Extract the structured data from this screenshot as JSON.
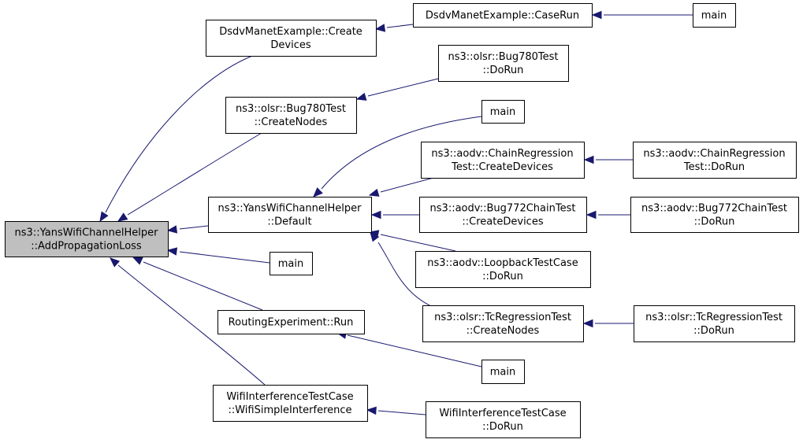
{
  "diagram": {
    "type": "call-graph",
    "colors": {
      "edge": "#191970",
      "root_fill": "#bfbfbf",
      "node_fill": "#ffffff",
      "node_border": "#000000"
    },
    "nodes": [
      {
        "id": "root",
        "lines": [
          "ns3::YansWifiChannelHelper",
          "::AddPropagationLoss"
        ],
        "highlighted": true
      },
      {
        "id": "dsdv_create",
        "lines": [
          "DsdvManetExample::Create",
          "Devices"
        ]
      },
      {
        "id": "dsdv_caserun",
        "lines": [
          "DsdvManetExample::CaseRun"
        ]
      },
      {
        "id": "main_a",
        "lines": [
          "main"
        ]
      },
      {
        "id": "olsr_bug780_create",
        "lines": [
          "ns3::olsr::Bug780Test",
          "::CreateNodes"
        ]
      },
      {
        "id": "olsr_bug780_dorun",
        "lines": [
          "ns3::olsr::Bug780Test",
          "::DoRun"
        ]
      },
      {
        "id": "yans_default",
        "lines": [
          "ns3::YansWifiChannelHelper",
          "::Default"
        ]
      },
      {
        "id": "main_b",
        "lines": [
          "main"
        ]
      },
      {
        "id": "aodv_chain_create",
        "lines": [
          "ns3::aodv::ChainRegression",
          "Test::CreateDevices"
        ]
      },
      {
        "id": "aodv_chain_dorun",
        "lines": [
          "ns3::aodv::ChainRegression",
          "Test::DoRun"
        ]
      },
      {
        "id": "aodv_bug772_create",
        "lines": [
          "ns3::aodv::Bug772ChainTest",
          "::CreateDevices"
        ]
      },
      {
        "id": "aodv_bug772_dorun",
        "lines": [
          "ns3::aodv::Bug772ChainTest",
          "::DoRun"
        ]
      },
      {
        "id": "main_c",
        "lines": [
          "main"
        ]
      },
      {
        "id": "aodv_loopback",
        "lines": [
          "ns3::aodv::LoopbackTestCase",
          "::DoRun"
        ]
      },
      {
        "id": "olsr_tc_create",
        "lines": [
          "ns3::olsr::TcRegressionTest",
          "::CreateNodes"
        ]
      },
      {
        "id": "olsr_tc_dorun",
        "lines": [
          "ns3::olsr::TcRegressionTest",
          "::DoRun"
        ]
      },
      {
        "id": "routing_run",
        "lines": [
          "RoutingExperiment::Run"
        ]
      },
      {
        "id": "main_d",
        "lines": [
          "main"
        ]
      },
      {
        "id": "wifi_interf",
        "lines": [
          "WifiInterferenceTestCase",
          "::WifiSimpleInterference"
        ]
      },
      {
        "id": "wifi_interf_dorun",
        "lines": [
          "WifiInterferenceTestCase",
          "::DoRun"
        ]
      }
    ],
    "edges": [
      {
        "from": "dsdv_create",
        "to": "root"
      },
      {
        "from": "olsr_bug780_create",
        "to": "root"
      },
      {
        "from": "yans_default",
        "to": "root"
      },
      {
        "from": "main_c",
        "to": "root"
      },
      {
        "from": "routing_run",
        "to": "root"
      },
      {
        "from": "wifi_interf",
        "to": "root"
      },
      {
        "from": "dsdv_caserun",
        "to": "dsdv_create"
      },
      {
        "from": "main_a",
        "to": "dsdv_caserun"
      },
      {
        "from": "olsr_bug780_dorun",
        "to": "olsr_bug780_create"
      },
      {
        "from": "main_b",
        "to": "yans_default"
      },
      {
        "from": "aodv_chain_create",
        "to": "yans_default"
      },
      {
        "from": "aodv_bug772_create",
        "to": "yans_default"
      },
      {
        "from": "aodv_loopback",
        "to": "yans_default"
      },
      {
        "from": "olsr_tc_create",
        "to": "yans_default"
      },
      {
        "from": "aodv_chain_dorun",
        "to": "aodv_chain_create"
      },
      {
        "from": "aodv_bug772_dorun",
        "to": "aodv_bug772_create"
      },
      {
        "from": "olsr_tc_dorun",
        "to": "olsr_tc_create"
      },
      {
        "from": "main_d",
        "to": "routing_run"
      },
      {
        "from": "wifi_interf_dorun",
        "to": "wifi_interf"
      }
    ]
  }
}
